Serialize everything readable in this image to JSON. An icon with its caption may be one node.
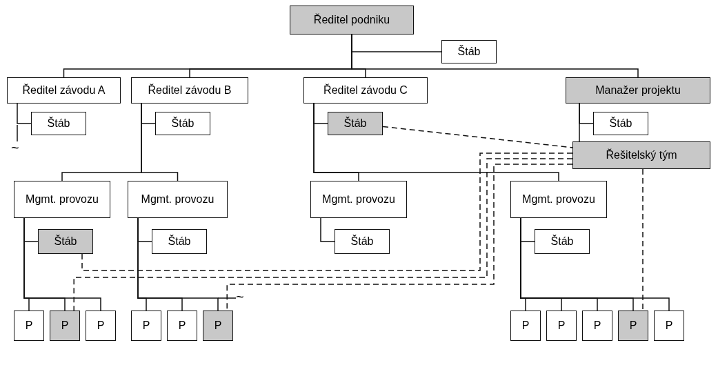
{
  "diagram": {
    "nodes": [
      {
        "text": [
          "Ředitel podniku"
        ]
      },
      {
        "text": [
          "Štáb"
        ]
      },
      {
        "text": [
          "Ředitel závodu A"
        ]
      },
      {
        "text": [
          "Ředitel závodu B"
        ]
      },
      {
        "text": [
          "Ředitel závodu C"
        ]
      },
      {
        "text": [
          "Manažer projektu"
        ]
      },
      {
        "text": [
          "Štáb"
        ]
      },
      {
        "text": [
          "Štáb"
        ]
      },
      {
        "text": [
          "Štáb"
        ]
      },
      {
        "text": [
          "Štáb"
        ]
      },
      {
        "text": [
          "Řešitelský tým"
        ]
      },
      {
        "text": [
          "Mgmt. provozu"
        ]
      },
      {
        "text": [
          "Mgmt. provozu"
        ]
      },
      {
        "text": [
          "Mgmt. provozu"
        ]
      },
      {
        "text": [
          "Mgmt. provozu"
        ]
      },
      {
        "text": [
          "Štáb"
        ]
      },
      {
        "text": [
          "Štáb"
        ]
      },
      {
        "text": [
          "Štáb"
        ]
      },
      {
        "text": [
          "Štáb"
        ]
      },
      {
        "text": [
          "P"
        ]
      },
      {
        "text": [
          "P"
        ]
      },
      {
        "text": [
          "P"
        ]
      },
      {
        "text": [
          "P"
        ]
      },
      {
        "text": [
          "P"
        ]
      },
      {
        "text": [
          "P"
        ]
      },
      {
        "text": [
          "P"
        ]
      },
      {
        "text": [
          "P"
        ]
      },
      {
        "text": [
          "P"
        ]
      },
      {
        "text": [
          "P"
        ]
      },
      {
        "text": [
          "P"
        ]
      }
    ],
    "edges": [
      {
        "from": 0,
        "to": 1,
        "arrow": "none"
      },
      {
        "from": 0,
        "to": 2,
        "arrow": "none"
      },
      {
        "from": 0,
        "to": 3,
        "arrow": "none"
      },
      {
        "from": 0,
        "to": 4,
        "arrow": "none"
      },
      {
        "from": 0,
        "to": 5,
        "arrow": "none"
      },
      {
        "from": 2,
        "to": 6,
        "arrow": "none"
      },
      {
        "from": 3,
        "to": 7,
        "arrow": "none"
      },
      {
        "from": 4,
        "to": 8,
        "arrow": "none"
      },
      {
        "from": 5,
        "to": 9,
        "arrow": "none"
      },
      {
        "from": 5,
        "to": 10,
        "arrow": "none"
      },
      {
        "from": 3,
        "to": 11,
        "arrow": "none"
      },
      {
        "from": 3,
        "to": 12,
        "arrow": "none"
      },
      {
        "from": 4,
        "to": 13,
        "arrow": "none"
      },
      {
        "from": 4,
        "to": 14,
        "arrow": "none"
      },
      {
        "from": 11,
        "to": 15,
        "arrow": "none"
      },
      {
        "from": 12,
        "to": 16,
        "arrow": "none"
      },
      {
        "from": 13,
        "to": 17,
        "arrow": "none"
      },
      {
        "from": 14,
        "to": 18,
        "arrow": "none"
      },
      {
        "from": 11,
        "to": 19,
        "arrow": "none"
      },
      {
        "from": 11,
        "to": 20,
        "arrow": "none"
      },
      {
        "from": 11,
        "to": 21,
        "arrow": "none"
      },
      {
        "from": 12,
        "to": 22,
        "arrow": "none"
      },
      {
        "from": 12,
        "to": 23,
        "arrow": "none"
      },
      {
        "from": 12,
        "to": 24,
        "arrow": "none"
      },
      {
        "from": 14,
        "to": 25,
        "arrow": "none"
      },
      {
        "from": 14,
        "to": 26,
        "arrow": "none"
      },
      {
        "from": 14,
        "to": 27,
        "arrow": "none"
      },
      {
        "from": 14,
        "to": 28,
        "arrow": "none"
      },
      {
        "from": 14,
        "to": 29,
        "arrow": "none"
      },
      {
        "from": 8,
        "to": 10,
        "arrow": "none",
        "style": "dashed"
      },
      {
        "from": 10,
        "to": 15,
        "arrow": "none",
        "style": "dashed"
      },
      {
        "from": 10,
        "to": 20,
        "arrow": "none",
        "style": "dashed"
      },
      {
        "from": 10,
        "to": 24,
        "arrow": "none",
        "style": "dashed"
      },
      {
        "from": 10,
        "to": 28,
        "arrow": "none",
        "style": "dashed"
      }
    ],
    "labels": [
      "~",
      "~"
    ]
  }
}
